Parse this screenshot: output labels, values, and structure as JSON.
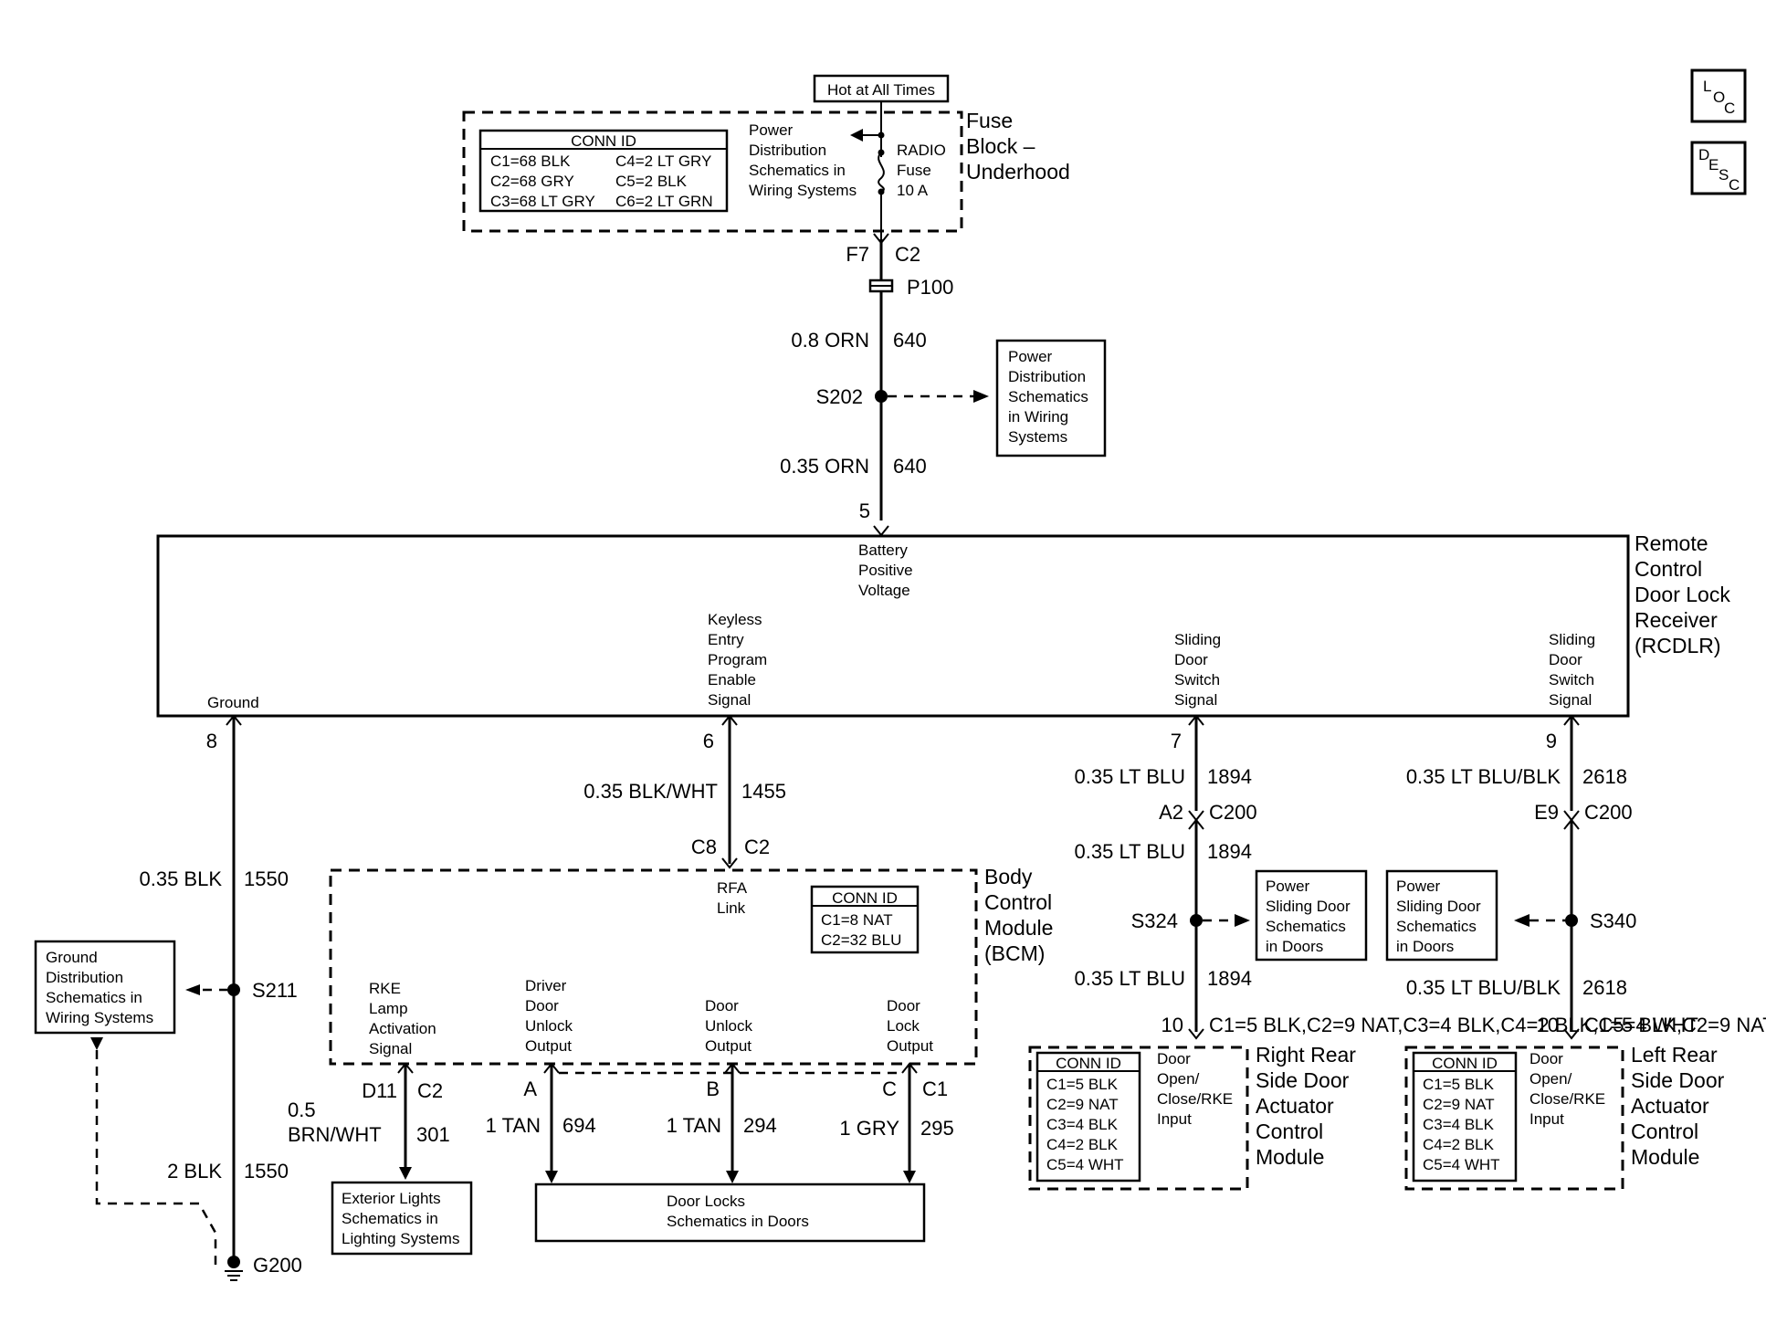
{
  "icons": {
    "loc": "location-icon",
    "desc": "description-icon"
  },
  "loc_icon": {
    "l": "L",
    "o": "O",
    "c": "C"
  },
  "desc_icon": {
    "d": "D",
    "e": "E",
    "s": "S",
    "c": "C"
  },
  "hot": "Hot at All Times",
  "fuse_block": {
    "name": [
      "Fuse",
      "Block –",
      "Underhood"
    ],
    "conn_id_title": "CONN ID",
    "conn_left": [
      "C1=68 BLK",
      "C2=68 GRY",
      "C3=68 LT GRY"
    ],
    "conn_right": [
      "C4=2 LT GRY",
      "C5=2 BLK",
      "C6=2 LT GRN"
    ],
    "ref": [
      "Power",
      "Distribution",
      "Schematics in",
      "Wiring Systems"
    ],
    "fuse": [
      "RADIO",
      "Fuse",
      "10 A"
    ],
    "pin": "F7",
    "conn": "C2"
  },
  "p100": "P100",
  "wire_640_top": {
    "gauge": "0.8 ORN",
    "circuit": "640"
  },
  "s202": "S202",
  "s202_ref": [
    "Power",
    "Distribution",
    "Schematics",
    "in Wiring",
    "Systems"
  ],
  "wire_640_bot": {
    "gauge": "0.35 ORN",
    "circuit": "640"
  },
  "rcdlr": {
    "name": [
      "Remote",
      "Control",
      "Door Lock",
      "Receiver",
      "(RCDLR)"
    ],
    "battery_pin": "5",
    "battery_label": [
      "Battery",
      "Positive",
      "Voltage"
    ],
    "ground_label": "Ground",
    "keyless_label": [
      "Keyless",
      "Entry",
      "Program",
      "Enable",
      "Signal"
    ],
    "sliding1_label": [
      "Sliding",
      "Door",
      "Switch",
      "Signal"
    ],
    "sliding2_label": [
      "Sliding",
      "Door",
      "Switch",
      "Signal"
    ],
    "pin_ground": "8",
    "pin_keyless": "6",
    "pin_sliding1": "7",
    "pin_sliding2": "9"
  },
  "wire_1550_top": {
    "gauge": "0.35 BLK",
    "circuit": "1550"
  },
  "s211": "S211",
  "ground_ref": [
    "Ground",
    "Distribution",
    "Schematics in",
    "Wiring Systems"
  ],
  "wire_1550_bot": {
    "gauge": "2 BLK",
    "circuit": "1550"
  },
  "g200": "G200",
  "wire_1455": {
    "gauge": "0.35 BLK/WHT",
    "circuit": "1455"
  },
  "bcm_c8": {
    "pin": "C8",
    "conn": "C2"
  },
  "bcm": {
    "name": [
      "Body",
      "Control",
      "Module",
      "(BCM)"
    ],
    "rfa": [
      "RFA",
      "Link"
    ],
    "conn_id_title": "CONN ID",
    "conn": [
      "C1=8 NAT",
      "C2=32 BLU"
    ],
    "rke_label": [
      "RKE",
      "Lamp",
      "Activation",
      "Signal"
    ],
    "driver_label": [
      "Driver",
      "Door",
      "Unlock",
      "Output"
    ],
    "unlock_label": [
      "Door",
      "Unlock",
      "Output"
    ],
    "lock_label": [
      "Door",
      "Lock",
      "Output"
    ]
  },
  "bcm_out": {
    "d11_pin": "D11",
    "d11_conn": "C2",
    "d11_gauge": [
      "0.5",
      "BRN/WHT"
    ],
    "d11_circuit": "301",
    "a_pin": "A",
    "a_gauge": "1 TAN",
    "a_circuit": "694",
    "b_pin": "B",
    "b_gauge": "1 TAN",
    "b_circuit": "294",
    "c_pin": "C",
    "c_conn": "C1",
    "c_gauge": "1 GRY",
    "c_circuit": "295"
  },
  "ext_lights_ref": [
    "Exterior Lights",
    "Schematics in",
    "Lighting Systems"
  ],
  "door_locks_ref": [
    "Door Locks",
    "Schematics in Doors"
  ],
  "right": {
    "wire_a": {
      "gauge": "0.35 LT BLU",
      "circuit": "1894"
    },
    "a2": "A2",
    "c200": "C200",
    "wire_b": {
      "gauge": "0.35 LT BLU",
      "circuit": "1894"
    },
    "splice": "S324",
    "ref": [
      "Power",
      "Sliding Door",
      "Schematics",
      "in Doors"
    ],
    "wire_c": {
      "gauge": "0.35 LT BLU",
      "circuit": "1894"
    },
    "pin": "10",
    "conn": [
      "C1=5 BLK",
      "C2=9 NAT",
      "C3=4 BLK",
      "C4=2 BLK",
      "C5=4 WHT"
    ],
    "conn_id_title": "CONN ID",
    "input": [
      "Door",
      "Open/",
      "Close/RKE",
      "Input"
    ],
    "name": [
      "Right Rear",
      "Side Door",
      "Actuator",
      "Control",
      "Module"
    ]
  },
  "left": {
    "wire_a": {
      "gauge": "0.35 LT BLU/BLK",
      "circuit": "2618"
    },
    "e9": "E9",
    "c200": "C200",
    "splice": "S340",
    "ref": [
      "Power",
      "Sliding Door",
      "Schematics",
      "in Doors"
    ],
    "wire_c": {
      "gauge": "0.35 LT BLU/BLK",
      "circuit": "2618"
    },
    "pin": "10",
    "conn": [
      "C1=5 BLK",
      "C2=9 NAT",
      "C3=4 BLK",
      "C4=2 BLK",
      "C5=4 WHT"
    ],
    "conn_id_title": "CONN ID",
    "input": [
      "Door",
      "Open/",
      "Close/RKE",
      "Input"
    ],
    "name": [
      "Left Rear",
      "Side Door",
      "Actuator",
      "Control",
      "Module"
    ]
  }
}
